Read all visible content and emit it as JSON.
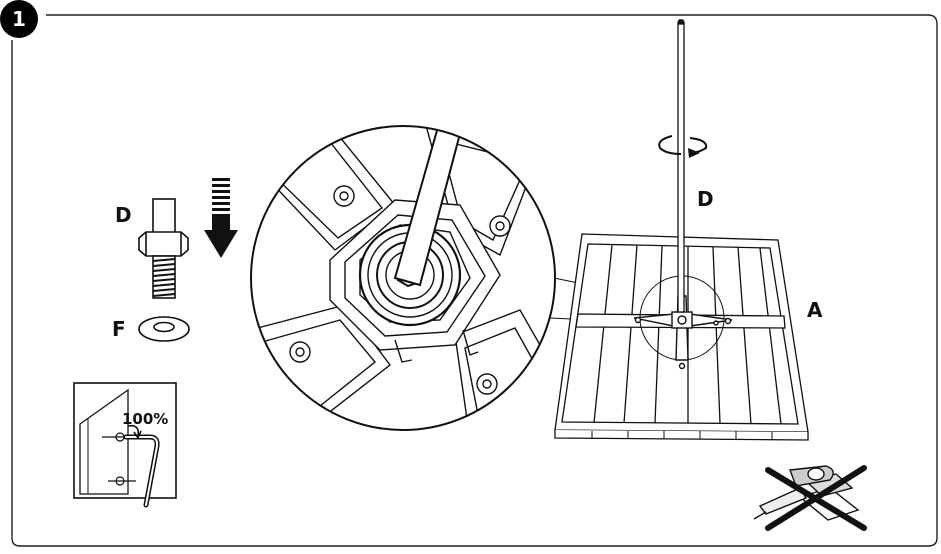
{
  "step": {
    "number": "1"
  },
  "labels": {
    "bolt": "D",
    "washer": "F",
    "tool_label": "D",
    "panel": "A",
    "torque": "100%"
  },
  "icons": [
    "down-arrow-icon",
    "rotate-icon",
    "no-power-drill-icon",
    "allen-key-icon"
  ]
}
